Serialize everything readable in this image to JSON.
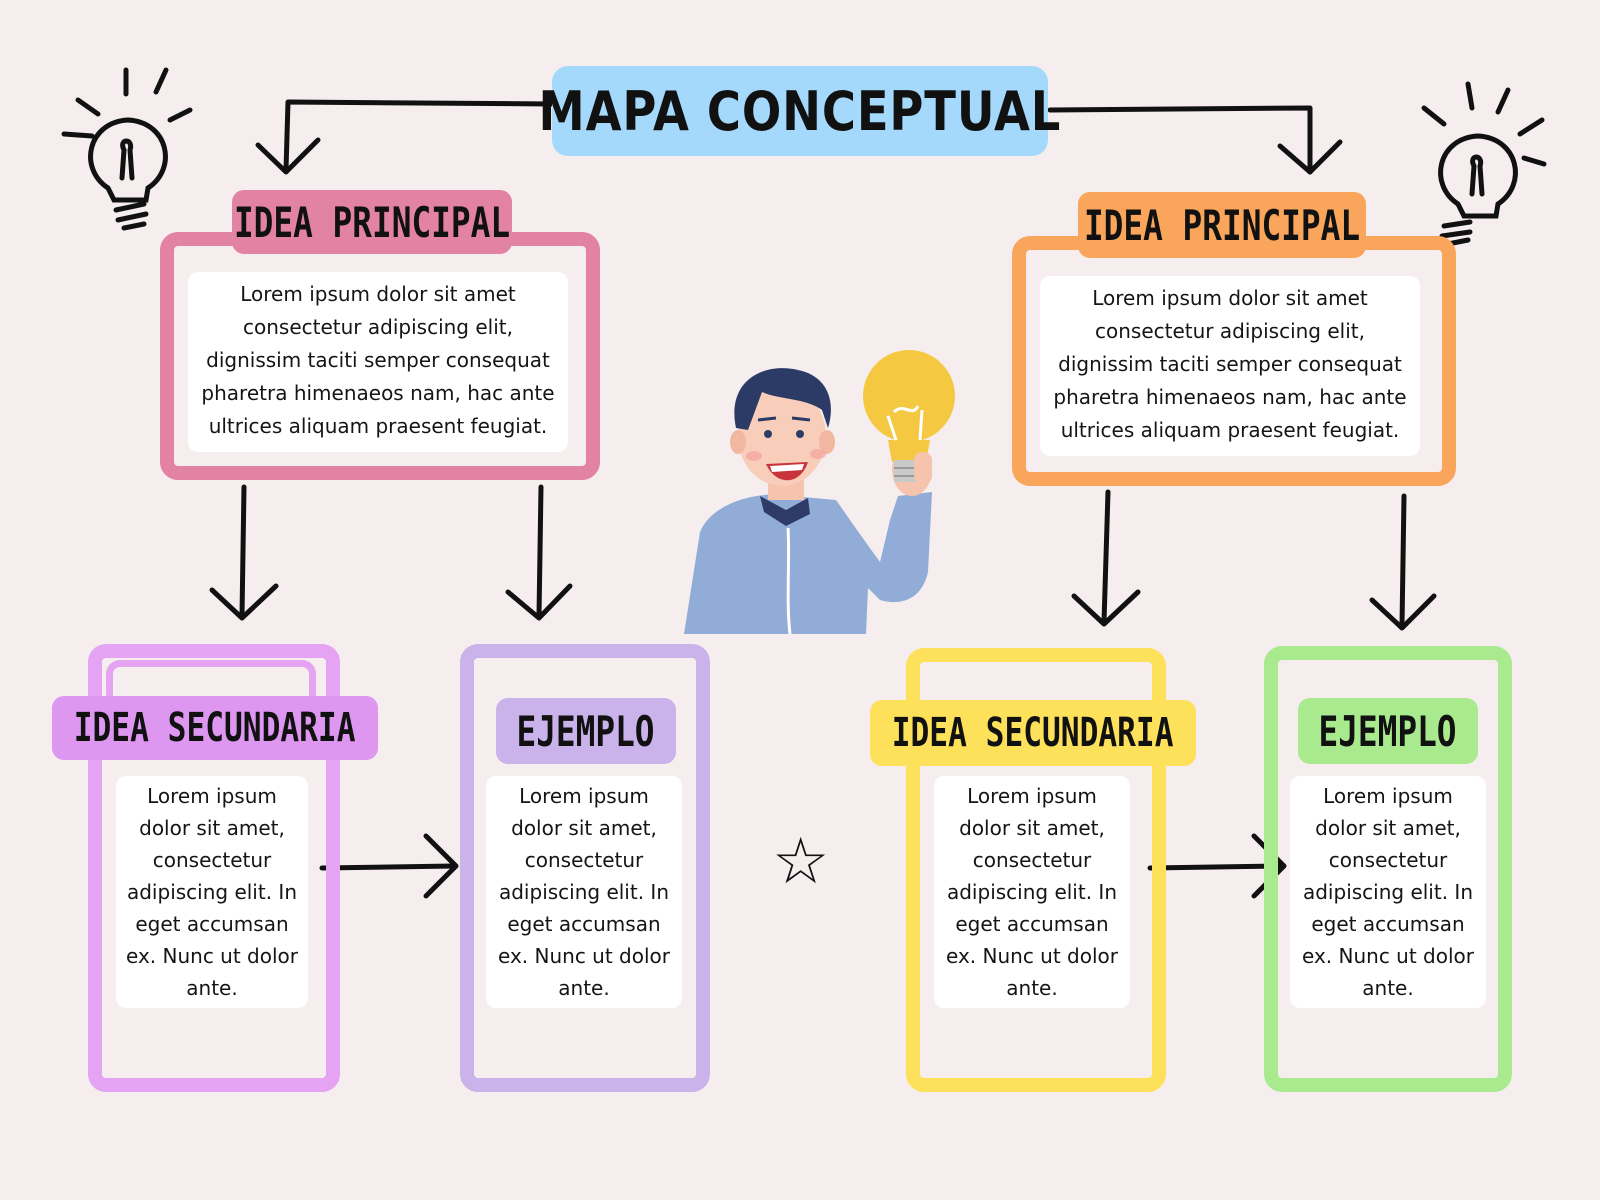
{
  "title": "MAPA CONCEPTUAL",
  "left": {
    "main_label": "IDEA PRINCIPAL",
    "main_text": "Lorem ipsum dolor sit amet consectetur adipiscing elit, dignissim taciti semper consequat pharetra himenaeos nam, hac ante ultrices aliquam praesent feugiat.",
    "secondary_label": "IDEA SECUNDARIA",
    "secondary_text": "Lorem ipsum dolor sit amet, consectetur adipiscing elit. In eget accumsan ex. Nunc ut dolor ante.",
    "example_label": "EJEMPLO",
    "example_text": "Lorem ipsum dolor sit amet, consectetur adipiscing elit. In eget accumsan ex. Nunc ut dolor ante."
  },
  "right": {
    "main_label": "IDEA PRINCIPAL",
    "main_text": "Lorem ipsum dolor sit amet consectetur adipiscing elit, dignissim taciti semper consequat pharetra himenaeos nam, hac ante ultrices aliquam praesent feugiat.",
    "secondary_label": "IDEA SECUNDARIA",
    "secondary_text": "Lorem ipsum dolor sit amet, consectetur adipiscing elit. In eget accumsan ex. Nunc ut dolor ante.",
    "example_label": "EJEMPLO",
    "example_text": "Lorem ipsum dolor sit amet, consectetur adipiscing elit. In eget accumsan ex. Nunc ut dolor ante."
  },
  "icons": {
    "left_bulb": "lightbulb-icon",
    "right_bulb": "lightbulb-icon",
    "star": "star-icon",
    "person": "person-with-lightbulb-illustration"
  },
  "colors": {
    "background": "#f6eeee",
    "title_bg": "#a4d9fb",
    "left_main": "#e383a4",
    "right_main": "#f9a65c",
    "left_secondary": "#e5a3f3",
    "left_secondary_label": "#dd97f0",
    "left_example": "#c9b3ea",
    "right_secondary": "#fde15a",
    "right_example": "#a9ea8f"
  }
}
